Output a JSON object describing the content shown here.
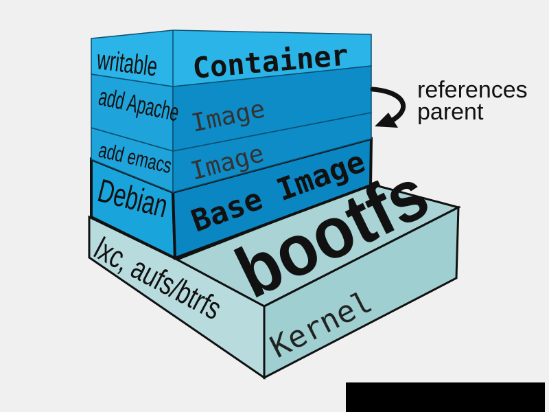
{
  "colors": {
    "background": "#f0f0f0",
    "container_top": "#2bb4e8",
    "container_front": "#29aee3",
    "image_front": "#0e8cc7",
    "image_side": "#1ea3da",
    "base_front": "#0a86c2",
    "bootfs_top": "#a9d3d4",
    "kernel_front": "#b6dcdd",
    "kernel_side": "#9fcfd0",
    "outline": "#111111"
  },
  "layers": {
    "container": {
      "side": "writable",
      "front": "Container"
    },
    "image_apache": {
      "side": "add Apache",
      "front": "Image"
    },
    "image_emacs": {
      "side": "add emacs",
      "front": "Image"
    },
    "base": {
      "side": "Debian",
      "front": "Base Image"
    },
    "kernel": {
      "side": "lxc, aufs/btrfs",
      "front": "Kernel",
      "top": "bootfs"
    }
  },
  "annotation": {
    "line1": "references",
    "line2": "parent",
    "icon": "curved-arrow-icon"
  }
}
